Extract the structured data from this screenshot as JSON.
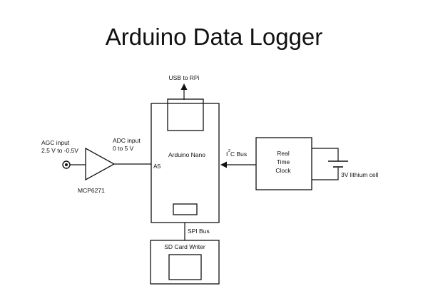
{
  "diagram": {
    "title": "Arduino Data Logger",
    "usb_label": "USB to RPi",
    "agc_label_line1": "AGC input",
    "agc_label_line2": "2.5 V to -0.5V",
    "adc_label_line1": "ADC input",
    "adc_label_line2": "0 to 5 V",
    "amp_label": "MCP6271",
    "pin_label": "A5",
    "nano_label": "Arduino Nano",
    "i2c_label_prefix": "I",
    "i2c_label_sup": "2",
    "i2c_label_suffix": "C Bus",
    "rtc_label_line1": "Real",
    "rtc_label_line2": "Time",
    "rtc_label_line3": "Clock",
    "battery_label": "3V lithium cell",
    "spi_label": "SPI Bus",
    "sd_label": "SD Card Writer"
  }
}
